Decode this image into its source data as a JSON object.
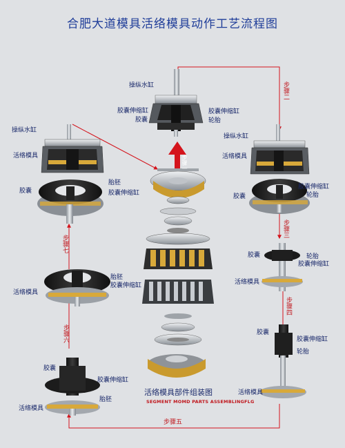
{
  "title": "合肥大道模具活络模具动作工艺流程图",
  "caption": "活络模具部件组装图",
  "caption_en": "SEGMENT MOMD PARTS ASSEMBLINGFLG",
  "labels": {
    "top_water_cyl": "操纵水缸",
    "top_bladder_cyl": "胶囊伸缩缸",
    "top_bladder": "胶囊",
    "top_bladder_cyl2": "胶囊伸缩缸",
    "top_tire": "轮胎",
    "left_water_cyl": "操纵水缸",
    "left_mold": "活络模具",
    "left_bladder": "胶囊",
    "left_blank": "胎胚",
    "left_bladder_cyl": "胶囊伸缩缸",
    "right_water_cyl": "操纵水缸",
    "right_mold": "活络模具",
    "right_bladder": "胶囊",
    "right_bladder_cyl": "胶囊伸缩缸",
    "right_tire": "轮胎",
    "l7_blank": "胎胚",
    "l7_bladder_cyl": "胶囊伸缩缸",
    "l7_mold": "活络模具",
    "r3_bladder": "胶囊",
    "r3_tire": "轮胎",
    "r3_bladder_cyl": "胶囊伸缩缸",
    "r3_mold": "活络模具",
    "r4_bladder": "胶囊",
    "r4_bladder_cyl": "胶囊伸缩缸",
    "r4_tire": "轮胎",
    "r4_mold": "活络模具",
    "bl_bladder": "胶囊",
    "bl_bladder_cyl": "胶囊伸缩缸",
    "bl_blank": "胎胚",
    "bl_mold": "活络模具"
  },
  "steps": {
    "s1": "步骤一",
    "s2": "步骤二",
    "s3": "步骤三",
    "s4": "步骤四",
    "s5": "步骤五",
    "s6": "步骤六",
    "s7": "步骤七"
  },
  "colors": {
    "arrow": "#d4141c",
    "label": "#1b2a6b",
    "title": "#1f3d99",
    "gold": "#d8a93a"
  }
}
